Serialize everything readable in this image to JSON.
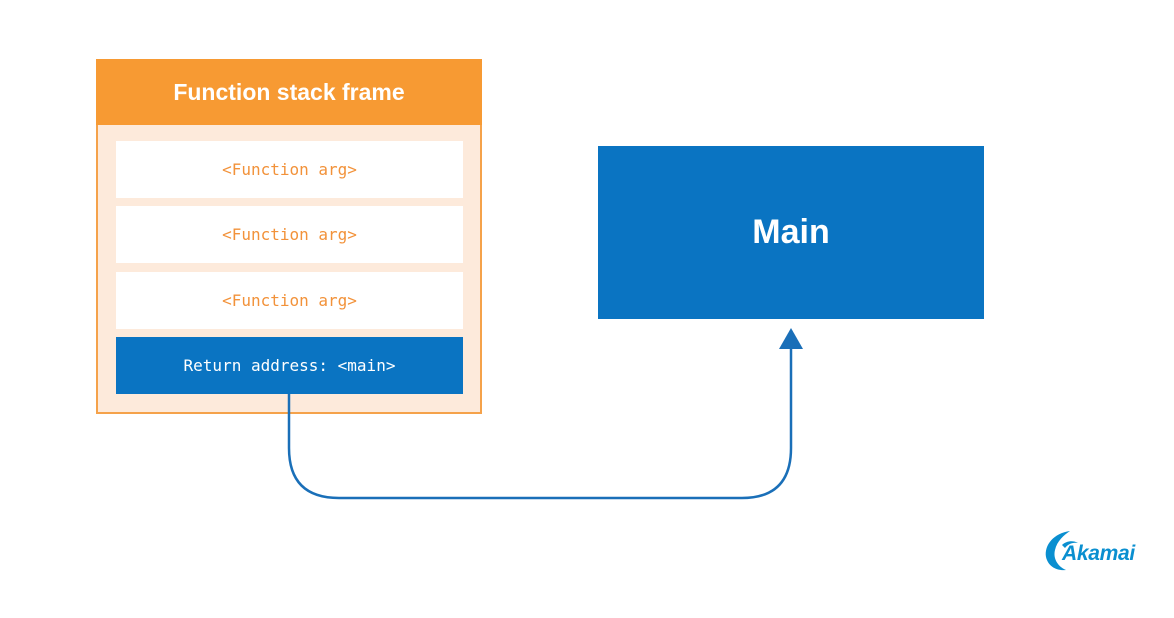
{
  "diagram": {
    "stack_frame": {
      "title": "Function stack frame",
      "slots": [
        {
          "label": "<Function arg>",
          "kind": "argument"
        },
        {
          "label": "<Function arg>",
          "kind": "argument"
        },
        {
          "label": "<Function arg>",
          "kind": "argument"
        },
        {
          "label": "Return address: <main>",
          "kind": "return-address"
        }
      ]
    },
    "main_box": {
      "label": "Main"
    },
    "connector": {
      "from": "return-address",
      "to": "main-box",
      "color": "#1a6fb8"
    }
  },
  "branding": {
    "logo_text": "Akamai"
  },
  "colors": {
    "orange_header": "#f79a33",
    "orange_text": "#f2923a",
    "frame_background": "#fdeadb",
    "blue": "#0a74c2",
    "logo_blue": "#0a8fd0"
  }
}
